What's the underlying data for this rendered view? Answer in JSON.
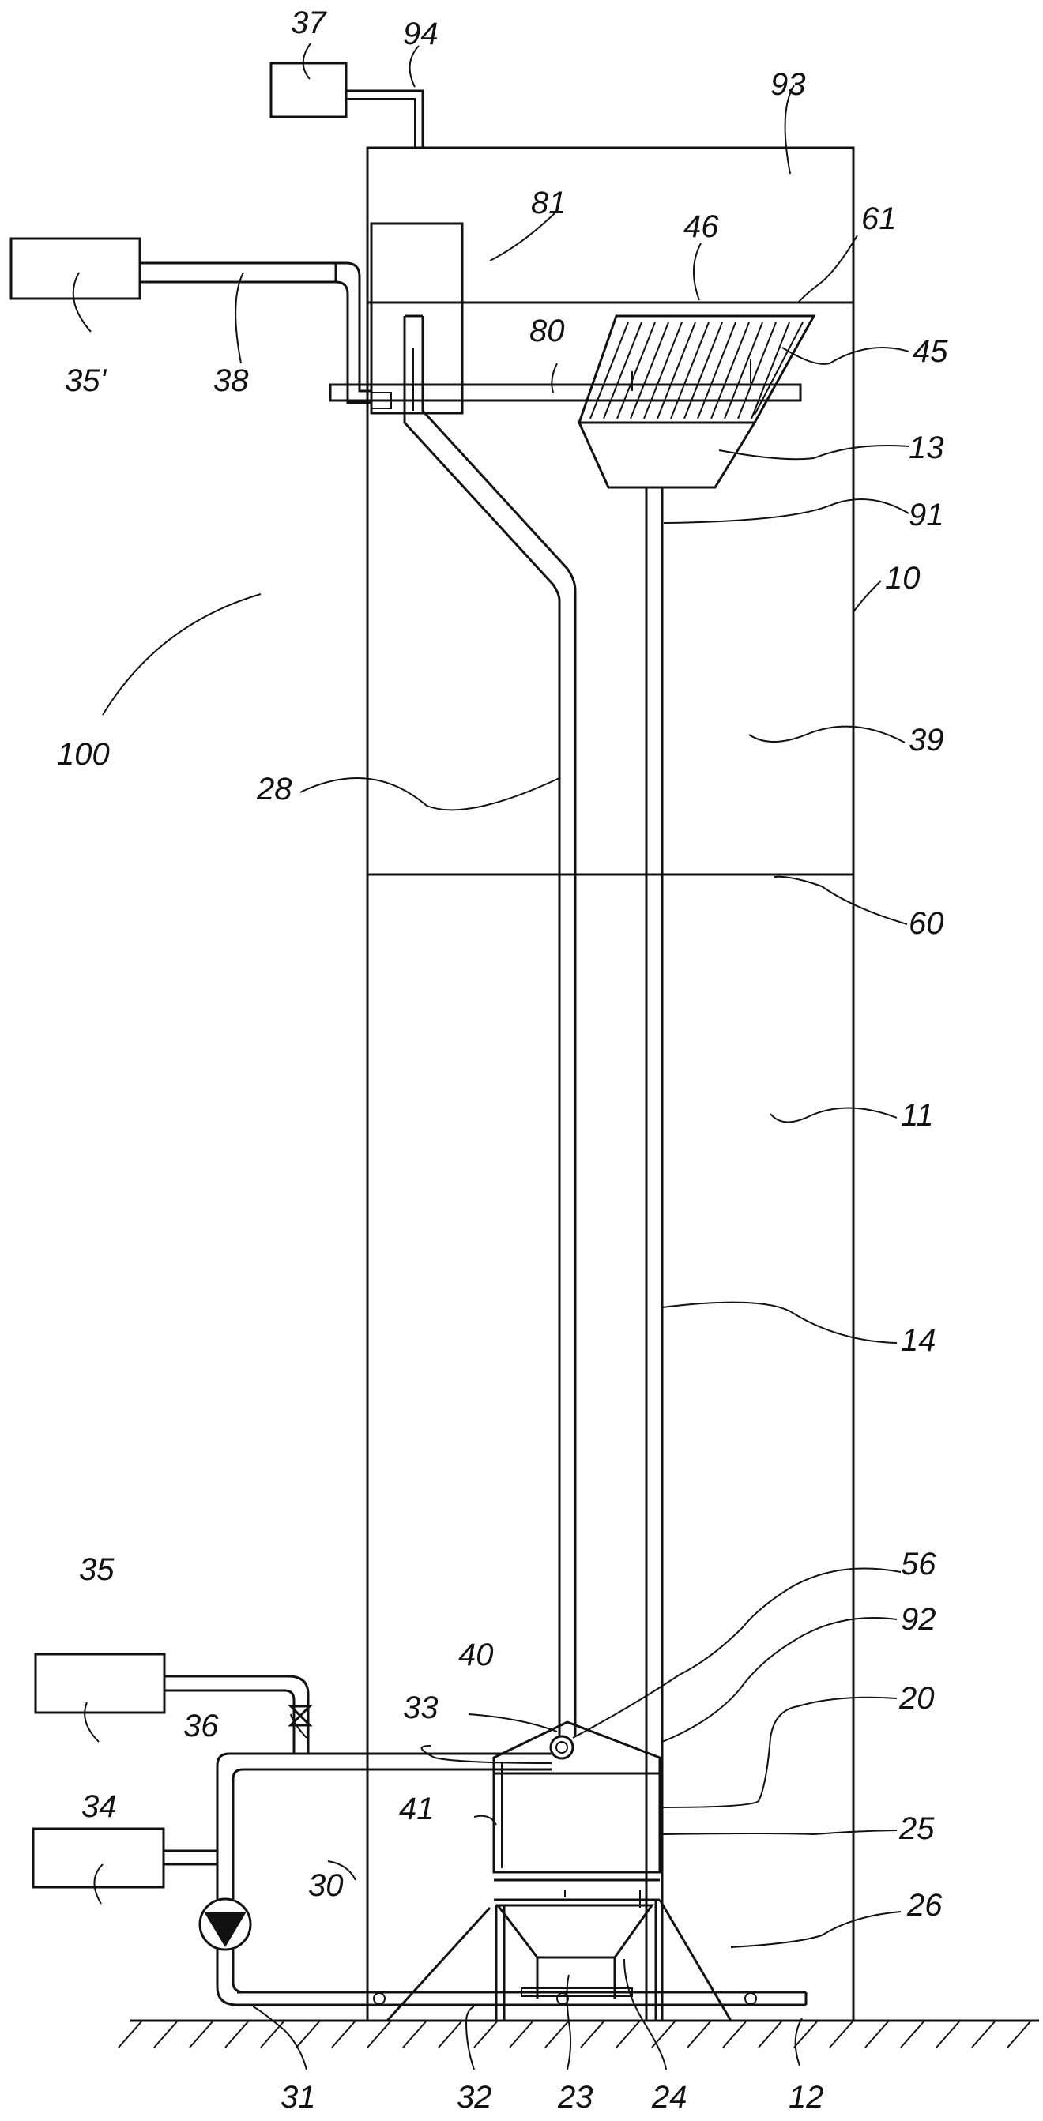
{
  "labels": {
    "l37": "37",
    "l94": "94",
    "l93": "93",
    "l81": "81",
    "l46": "46",
    "l61": "61",
    "l45": "45",
    "l80": "80",
    "l35p": "35'",
    "l38": "38",
    "l13": "13",
    "l91": "91",
    "l10": "10",
    "l100": "100",
    "l39": "39",
    "l28": "28",
    "l60": "60",
    "l11": "11",
    "l14": "14",
    "l56": "56",
    "l92": "92",
    "l35": "35",
    "l40": "40",
    "l20": "20",
    "l36": "36",
    "l33": "33",
    "l34": "34",
    "l41": "41",
    "l25": "25",
    "l30": "30",
    "l26": "26",
    "l31": "31",
    "l32": "32",
    "l23": "23",
    "l24": "24",
    "l12": "12"
  }
}
